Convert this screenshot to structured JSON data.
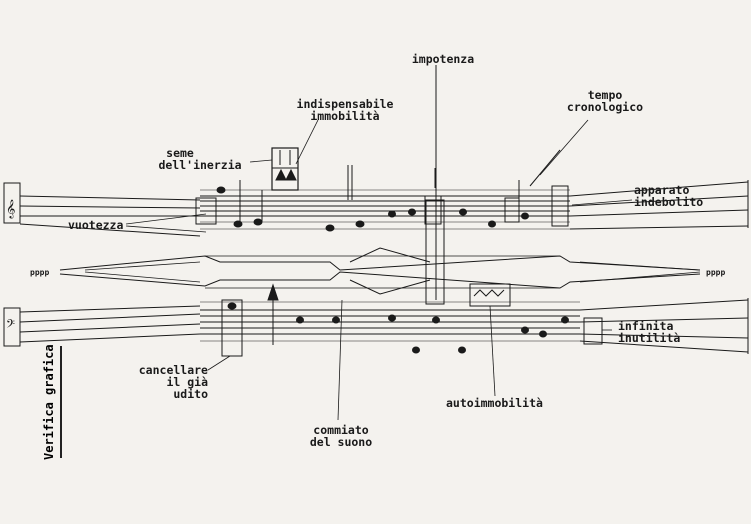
{
  "labels": {
    "impotenza": "impotenza",
    "indispensabile": "indispensabile",
    "immobilita": "immobilità",
    "tempo": "tempo",
    "cronologico": "cronologico",
    "seme": "seme",
    "dell_inerzia": "dell'inerzia",
    "apparato": "apparato",
    "indebolito": "indebolito",
    "vuotezza": "vuotezza",
    "pppp_left": "pppp",
    "pppp_right": "pppp",
    "infinita": "infinita",
    "inutilita": "inutilità",
    "cancellare": "cancellare",
    "il_gia": "il già",
    "udito": "udito",
    "autoimmobilita": "autoimmobilità",
    "commiato": "commiato",
    "del_suono": "del suono",
    "side_title": "Verifica grafica"
  }
}
